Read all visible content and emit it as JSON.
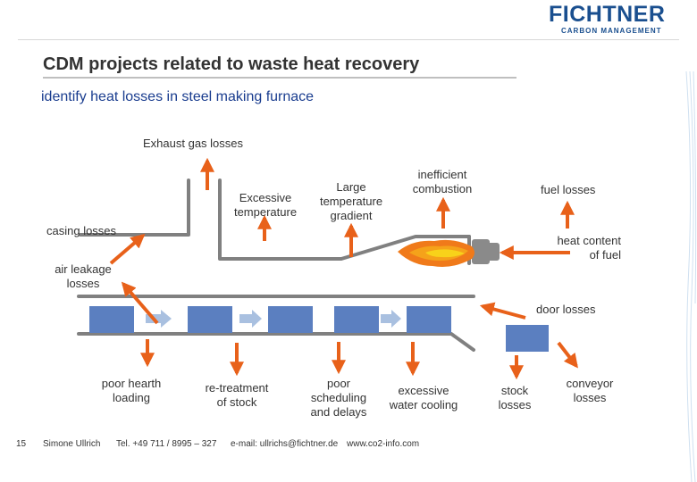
{
  "logo": {
    "name": "FICHTNER",
    "tagline": "CARBON MANAGEMENT"
  },
  "slide": {
    "title": "CDM projects related to waste heat recovery",
    "subtitle": "identify heat losses in steel making furnace"
  },
  "labels": {
    "exhaust": "Exhaust gas losses",
    "excessive_temp_1": "Excessive",
    "excessive_temp_2": "temperature",
    "large_gradient_1": "Large",
    "large_gradient_2": "temperature",
    "large_gradient_3": "gradient",
    "inefficient_1": "inefficient",
    "inefficient_2": "combustion",
    "fuel_losses": "fuel losses",
    "casing_losses": "casing losses",
    "heat_content_1": "heat content",
    "heat_content_2": "of fuel",
    "air_leakage_1": "air leakage",
    "air_leakage_2": "losses",
    "door_losses": "door losses",
    "poor_hearth_1": "poor hearth",
    "poor_hearth_2": "loading",
    "retreatment_1": "re-treatment",
    "retreatment_2": "of stock",
    "poor_sched_1": "poor",
    "poor_sched_2": "scheduling",
    "poor_sched_3": "and delays",
    "excessive_water_1": "excessive",
    "excessive_water_2": "water cooling",
    "stock_losses_1": "stock",
    "stock_losses_2": "losses",
    "conveyor_1": "conveyor",
    "conveyor_2": "losses"
  },
  "footer": {
    "page_number": "15",
    "author": "Simone Ullrich",
    "phone": "Tel. +49 711 / 8995 – 327",
    "email": "e-mail: ullrichs@fichtner.de",
    "website": "www.co2-info.com"
  },
  "colors": {
    "arrow": "#e8611a",
    "furnace_line": "#808080",
    "stock_block": "#5b7fc0",
    "feed_arrow": "#a9c0e0",
    "burner": "#8a8a8a",
    "flame_outer": "#f07a1a",
    "flame_inner": "#f8d21a"
  }
}
